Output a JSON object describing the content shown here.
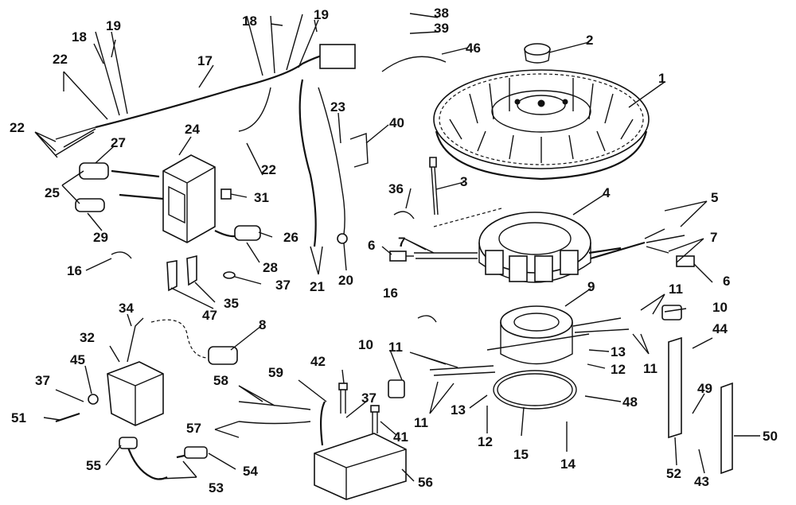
{
  "diagram": {
    "callouts": [
      {
        "id": "c1",
        "text": "1"
      },
      {
        "id": "c2",
        "text": "2"
      },
      {
        "id": "c3",
        "text": "3"
      },
      {
        "id": "c4",
        "text": "4"
      },
      {
        "id": "c5",
        "text": "5"
      },
      {
        "id": "c6a",
        "text": "6"
      },
      {
        "id": "c6b",
        "text": "6"
      },
      {
        "id": "c7a",
        "text": "7"
      },
      {
        "id": "c7b",
        "text": "7"
      },
      {
        "id": "c8",
        "text": "8"
      },
      {
        "id": "c9",
        "text": "9"
      },
      {
        "id": "c10a",
        "text": "10"
      },
      {
        "id": "c10b",
        "text": "10"
      },
      {
        "id": "c11a",
        "text": "11"
      },
      {
        "id": "c11b",
        "text": "11"
      },
      {
        "id": "c11c",
        "text": "11"
      },
      {
        "id": "c11d",
        "text": "11"
      },
      {
        "id": "c12a",
        "text": "12"
      },
      {
        "id": "c12b",
        "text": "12"
      },
      {
        "id": "c13a",
        "text": "13"
      },
      {
        "id": "c13b",
        "text": "13"
      },
      {
        "id": "c14",
        "text": "14"
      },
      {
        "id": "c15",
        "text": "15"
      },
      {
        "id": "c16a",
        "text": "16"
      },
      {
        "id": "c16b",
        "text": "16"
      },
      {
        "id": "c17",
        "text": "17"
      },
      {
        "id": "c18a",
        "text": "18"
      },
      {
        "id": "c18b",
        "text": "18"
      },
      {
        "id": "c19a",
        "text": "19"
      },
      {
        "id": "c19b",
        "text": "19"
      },
      {
        "id": "c20",
        "text": "20"
      },
      {
        "id": "c21",
        "text": "21"
      },
      {
        "id": "c22a",
        "text": "22"
      },
      {
        "id": "c22b",
        "text": "22"
      },
      {
        "id": "c22c",
        "text": "22"
      },
      {
        "id": "c23",
        "text": "23"
      },
      {
        "id": "c24",
        "text": "24"
      },
      {
        "id": "c25",
        "text": "25"
      },
      {
        "id": "c26",
        "text": "26"
      },
      {
        "id": "c27",
        "text": "27"
      },
      {
        "id": "c28",
        "text": "28"
      },
      {
        "id": "c29",
        "text": "29"
      },
      {
        "id": "c31",
        "text": "31"
      },
      {
        "id": "c32",
        "text": "32"
      },
      {
        "id": "c34",
        "text": "34"
      },
      {
        "id": "c35",
        "text": "35"
      },
      {
        "id": "c36",
        "text": "36"
      },
      {
        "id": "c37a",
        "text": "37"
      },
      {
        "id": "c37b",
        "text": "37"
      },
      {
        "id": "c37c",
        "text": "37"
      },
      {
        "id": "c38",
        "text": "38"
      },
      {
        "id": "c39",
        "text": "39"
      },
      {
        "id": "c40",
        "text": "40"
      },
      {
        "id": "c41",
        "text": "41"
      },
      {
        "id": "c42",
        "text": "42"
      },
      {
        "id": "c43",
        "text": "43"
      },
      {
        "id": "c44",
        "text": "44"
      },
      {
        "id": "c45",
        "text": "45"
      },
      {
        "id": "c46",
        "text": "46"
      },
      {
        "id": "c47",
        "text": "47"
      },
      {
        "id": "c48",
        "text": "48"
      },
      {
        "id": "c49",
        "text": "49"
      },
      {
        "id": "c50",
        "text": "50"
      },
      {
        "id": "c51",
        "text": "51"
      },
      {
        "id": "c52",
        "text": "52"
      },
      {
        "id": "c53",
        "text": "53"
      },
      {
        "id": "c54",
        "text": "54"
      },
      {
        "id": "c55",
        "text": "55"
      },
      {
        "id": "c56",
        "text": "56"
      },
      {
        "id": "c57",
        "text": "57"
      },
      {
        "id": "c58",
        "text": "58"
      },
      {
        "id": "c59",
        "text": "59"
      }
    ]
  }
}
